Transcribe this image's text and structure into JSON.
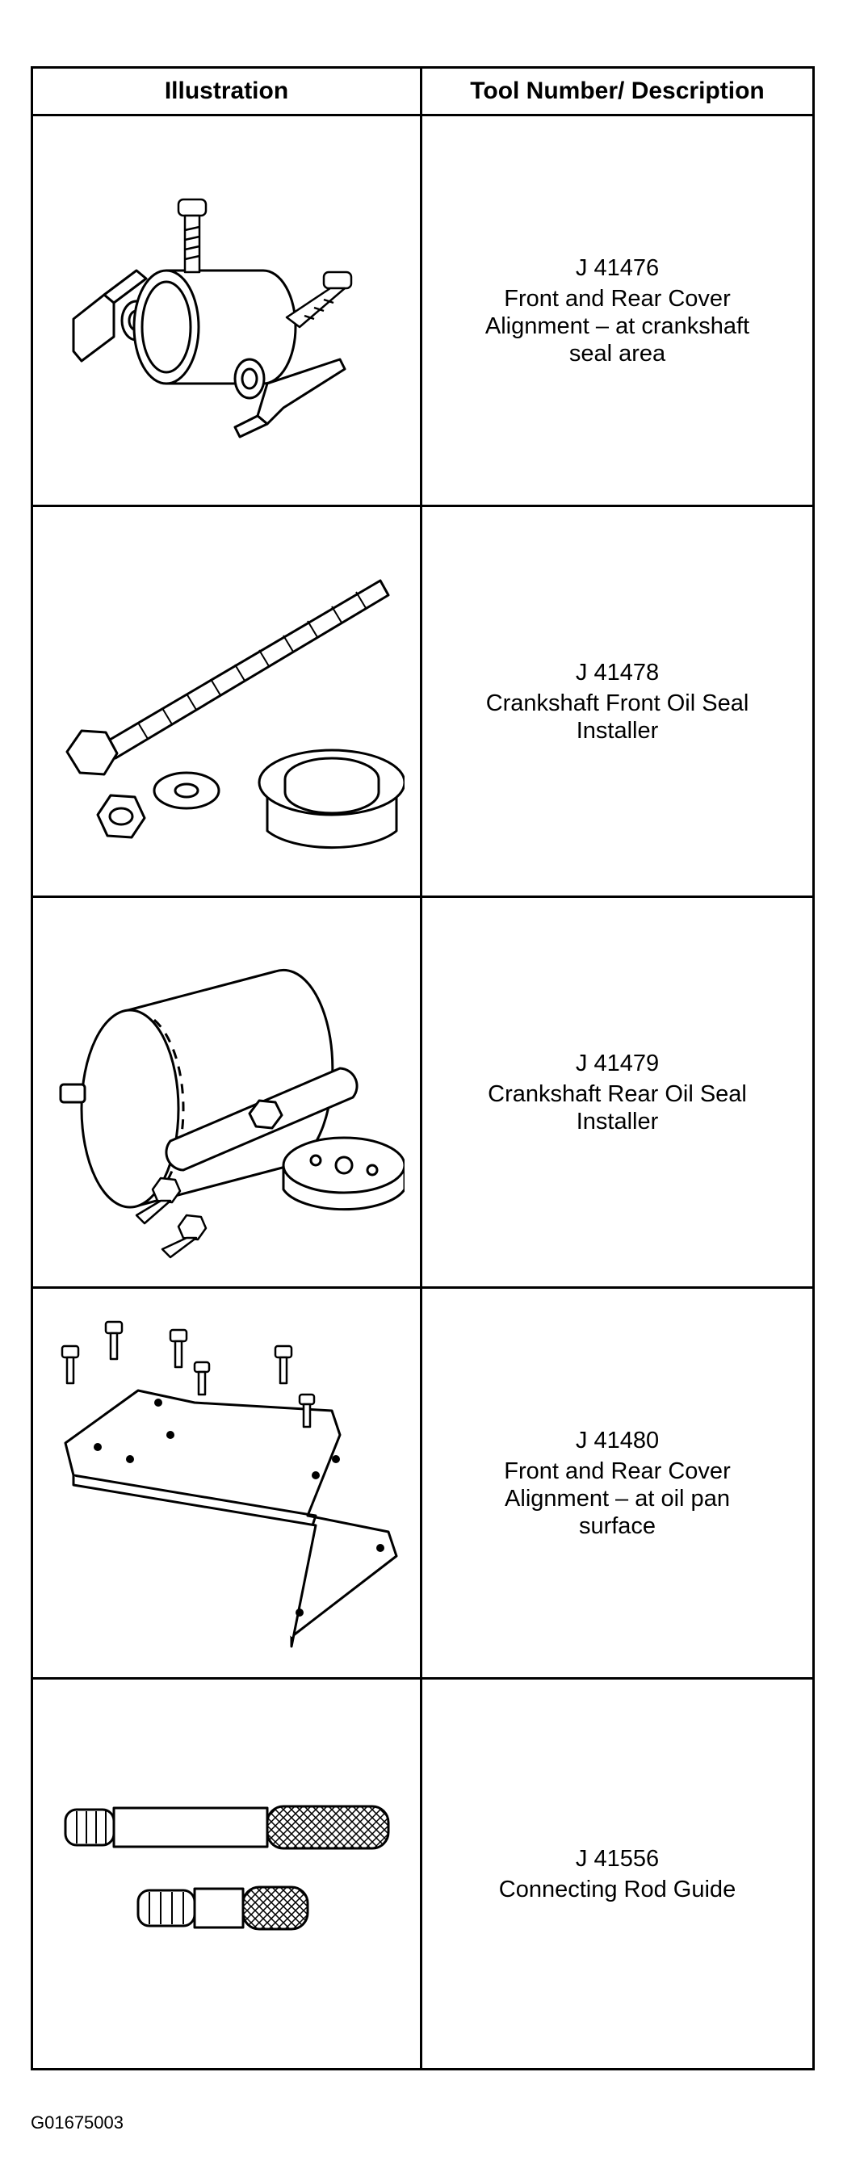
{
  "table": {
    "headers": [
      "Illustration",
      "Tool Number/ Description"
    ],
    "rows": [
      {
        "tool_number": "J 41476",
        "description": "Front and Rear Cover\nAlignment – at crankshaft\nseal area",
        "illustration_icon": "cover-alignment-tool-icon"
      },
      {
        "tool_number": "J 41478",
        "description": "Crankshaft Front Oil Seal\nInstaller",
        "illustration_icon": "front-oil-seal-installer-icon"
      },
      {
        "tool_number": "J 41479",
        "description": "Crankshaft Rear Oil Seal\nInstaller",
        "illustration_icon": "rear-oil-seal-installer-icon"
      },
      {
        "tool_number": "J 41480",
        "description": "Front and Rear Cover\nAlignment – at oil pan\nsurface",
        "illustration_icon": "oil-pan-alignment-plate-icon"
      },
      {
        "tool_number": "J 41556",
        "description": "Connecting Rod Guide",
        "illustration_icon": "connecting-rod-guide-icon"
      }
    ]
  },
  "figure_code": "G01675003"
}
